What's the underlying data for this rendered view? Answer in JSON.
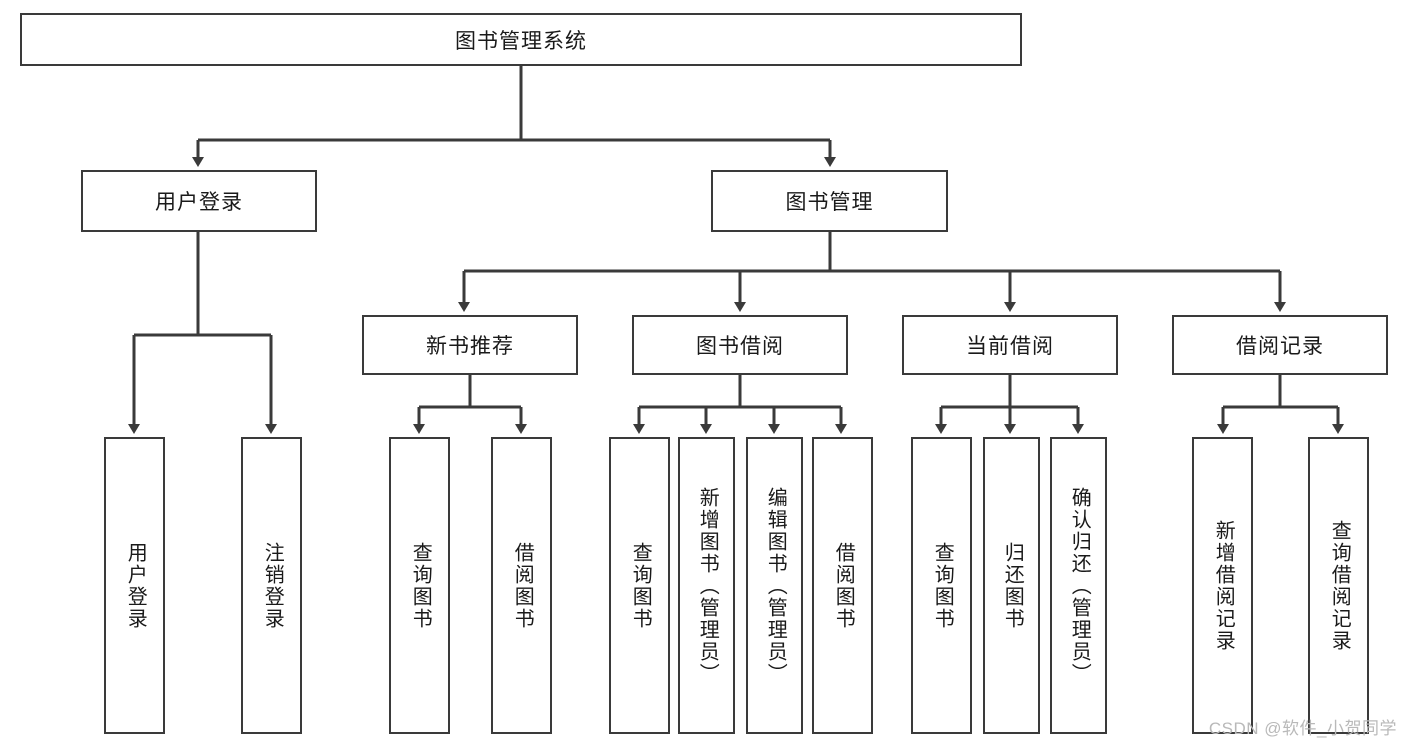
{
  "diagram": {
    "type": "tree-hierarchy",
    "title": "图书管理系统",
    "watermark": "CSDN @软件_小贺同学",
    "colors": {
      "box_border": "#3a3a3a",
      "box_fill": "#ffffff",
      "edge": "#3a3a3a",
      "text": "#1a1a1a",
      "watermark": "#b9b9b9"
    },
    "root": {
      "label": "图书管理系统"
    },
    "level2": [
      {
        "label": "用户登录"
      },
      {
        "label": "图书管理"
      }
    ],
    "level3": [
      {
        "label": "新书推荐"
      },
      {
        "label": "图书借阅"
      },
      {
        "label": "当前借阅"
      },
      {
        "label": "借阅记录"
      }
    ],
    "leaves": {
      "user_login": [
        {
          "label": "用户登录"
        },
        {
          "label": "注销登录"
        }
      ],
      "new_books": [
        {
          "label": "查询图书"
        },
        {
          "label": "借阅图书"
        }
      ],
      "book_borrow": [
        {
          "label": "查询图书"
        },
        {
          "label": "新增图书（管理员）"
        },
        {
          "label": "编辑图书（管理员）"
        },
        {
          "label": "借阅图书"
        }
      ],
      "current_borrow": [
        {
          "label": "查询图书"
        },
        {
          "label": "归还图书"
        },
        {
          "label": "确认归还（管理员）"
        }
      ],
      "borrow_records": [
        {
          "label": "新增借阅记录"
        },
        {
          "label": "查询借阅记录"
        }
      ]
    }
  }
}
